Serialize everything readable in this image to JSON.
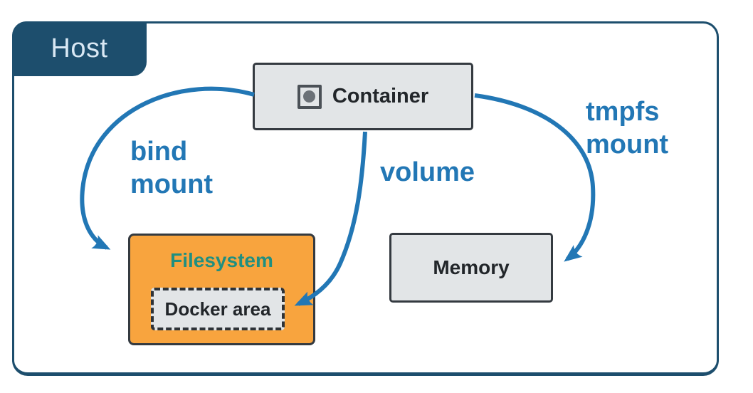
{
  "diagram": {
    "host_label": "Host",
    "container": {
      "label": "Container",
      "icon": "container-icon (square outline with filled dot)"
    },
    "filesystem_label": "Filesystem",
    "docker_area_label": "Docker area",
    "memory_label": "Memory",
    "arrow_labels": {
      "bind_mount": "bind\nmount",
      "volume": "volume",
      "tmpfs_mount": "tmpfs\nmount"
    },
    "arrows": [
      {
        "name": "bind-mount-arrow",
        "from": "Container",
        "to": "Filesystem"
      },
      {
        "name": "volume-arrow",
        "from": "Container",
        "to": "Docker area"
      },
      {
        "name": "tmpfs-mount-arrow",
        "from": "Container",
        "to": "Memory"
      }
    ]
  },
  "colors": {
    "navy": "#1d4e6d",
    "blue": "#2277b5",
    "orange": "#f8a43e",
    "teal": "#208f80",
    "box-fill": "#e2e5e7",
    "box-border": "#343a40",
    "dark-text": "#22262a",
    "host-text": "#d9e8f4",
    "bg": "#ffffff"
  }
}
